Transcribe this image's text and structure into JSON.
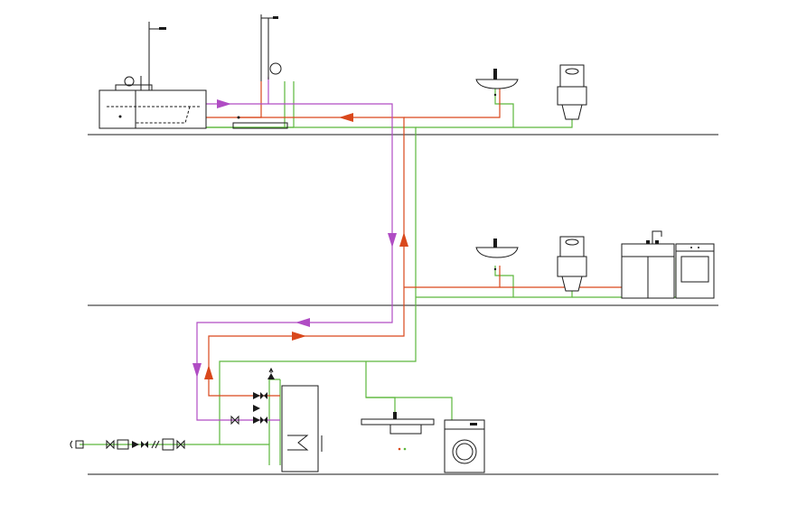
{
  "colors": {
    "hot_supply": "#d9481c",
    "hot_return": "#b04cc4",
    "cold_water": "#5cb83c",
    "fixture_line": "#1a1a1a",
    "background": "#ffffff"
  },
  "floors": [
    "upper-floor",
    "middle-floor",
    "basement"
  ],
  "fixtures": {
    "upper_floor": [
      "bathtub",
      "shower",
      "washbasin",
      "toilet"
    ],
    "middle_floor": [
      "washbasin",
      "toilet",
      "kitchen-sink",
      "dishwasher"
    ],
    "basement": [
      "water-heater-tank",
      "utility-sink",
      "washing-machine",
      "water-meter"
    ]
  },
  "icons": [
    "arrow-down-icon",
    "arrow-up-icon",
    "arrow-left-icon",
    "arrow-right-icon",
    "valve-icon",
    "check-valve-icon",
    "filter-icon",
    "safety-valve-icon"
  ]
}
